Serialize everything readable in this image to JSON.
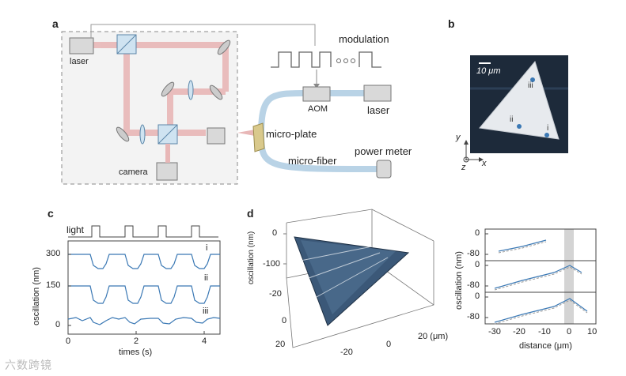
{
  "panels": {
    "a": {
      "label": "a",
      "laser_left": "laser",
      "camera": "camera",
      "modulation": "modulation",
      "aom": "AOM",
      "laser_right": "laser",
      "micro_plate": "micro-plate",
      "micro_fiber": "micro-fiber",
      "power_meter": "power meter"
    },
    "b": {
      "label": "b",
      "scale": "10 μm",
      "axis_y": "y",
      "axis_z": "z",
      "axis_x": "x",
      "points": [
        "i",
        "ii",
        "iii"
      ]
    },
    "c": {
      "label": "c",
      "light": "light",
      "ylabel": "oscillation (nm)",
      "xlabel": "times (s)",
      "yticks": [
        "300",
        "150",
        "0"
      ],
      "xticks": [
        "0",
        "2",
        "4"
      ],
      "trace_labels": [
        "i",
        "ii",
        "iii"
      ]
    },
    "d": {
      "label": "d",
      "zlabel": "oscillation (nm)",
      "zticks": [
        "0",
        "-100"
      ],
      "left_axis_ticks": [
        "-20",
        "0",
        "20"
      ],
      "bottom_axis_ticks": [
        "-20",
        "0",
        "20 (μm)"
      ],
      "profile_ylabel": "oscillation (nm)",
      "profile_xlabel": "distance (μm)",
      "profile_ticks_top": [
        "0",
        "-80"
      ],
      "profile_ticks_mid": [
        "0",
        "-80"
      ],
      "profile_ticks_bot": [
        "0",
        "-80"
      ],
      "profile_xticks": [
        "-30",
        "-20",
        "-10",
        "0",
        "10"
      ]
    }
  },
  "watermark": "六数跨镜",
  "colors": {
    "beam": "#e8b7b7",
    "fiber": "#b9d3e6",
    "trace": "#3a78b4",
    "plate_bg": "#1d2a3a",
    "surface": "#3b5878"
  }
}
